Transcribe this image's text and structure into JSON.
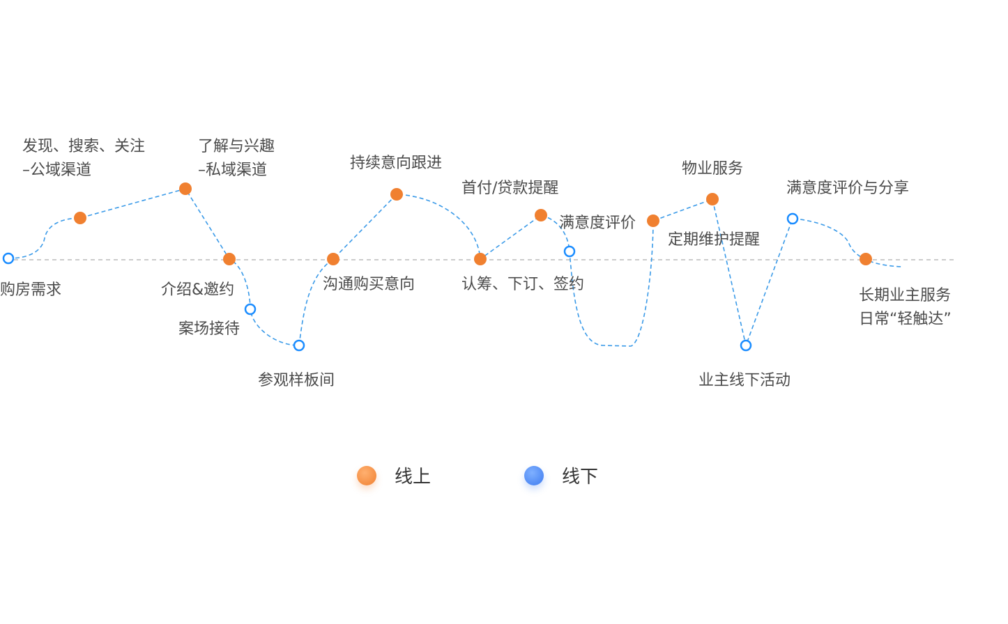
{
  "colors": {
    "online": "#f08030",
    "offline": "#1a8cff",
    "curve": "#3a9ae8",
    "baseline": "#bbbbbb"
  },
  "stages": [
    {
      "id": "s1",
      "type": "offline",
      "lines": [
        "购房需求"
      ]
    },
    {
      "id": "s2",
      "type": "online",
      "lines": [
        "发现、搜索、关注",
        "–公域渠道"
      ]
    },
    {
      "id": "s3",
      "type": "online",
      "lines": [
        "了解与兴趣",
        "–私域渠道"
      ]
    },
    {
      "id": "s4",
      "type": "online",
      "lines": [
        "介绍&邀约"
      ]
    },
    {
      "id": "s5",
      "type": "offline",
      "lines": [
        "案场接待"
      ]
    },
    {
      "id": "s6",
      "type": "offline",
      "lines": [
        "参观样板间"
      ]
    },
    {
      "id": "s7",
      "type": "online",
      "lines": [
        "沟通购买意向"
      ]
    },
    {
      "id": "s8",
      "type": "online",
      "lines": [
        "持续意向跟进"
      ]
    },
    {
      "id": "s9",
      "type": "online",
      "lines": [
        "认筹、下订、签约"
      ]
    },
    {
      "id": "s10",
      "type": "online",
      "lines": [
        "首付/贷款提醒"
      ]
    },
    {
      "id": "s11",
      "type": "offline",
      "lines": [
        "满意度评价"
      ]
    },
    {
      "id": "s12",
      "type": "online",
      "lines": [
        "定期维护提醒"
      ]
    },
    {
      "id": "s13",
      "type": "online",
      "lines": [
        "物业服务"
      ]
    },
    {
      "id": "s14",
      "type": "offline",
      "lines": [
        "业主线下活动"
      ]
    },
    {
      "id": "s15",
      "type": "offline",
      "lines": [
        "满意度评价与分享"
      ]
    },
    {
      "id": "s16",
      "type": "online",
      "lines": [
        "长期业主服务",
        "日常“轻触达”"
      ]
    }
  ],
  "legend": [
    {
      "type": "online",
      "label": "线上"
    },
    {
      "type": "offline",
      "label": "线下"
    }
  ]
}
